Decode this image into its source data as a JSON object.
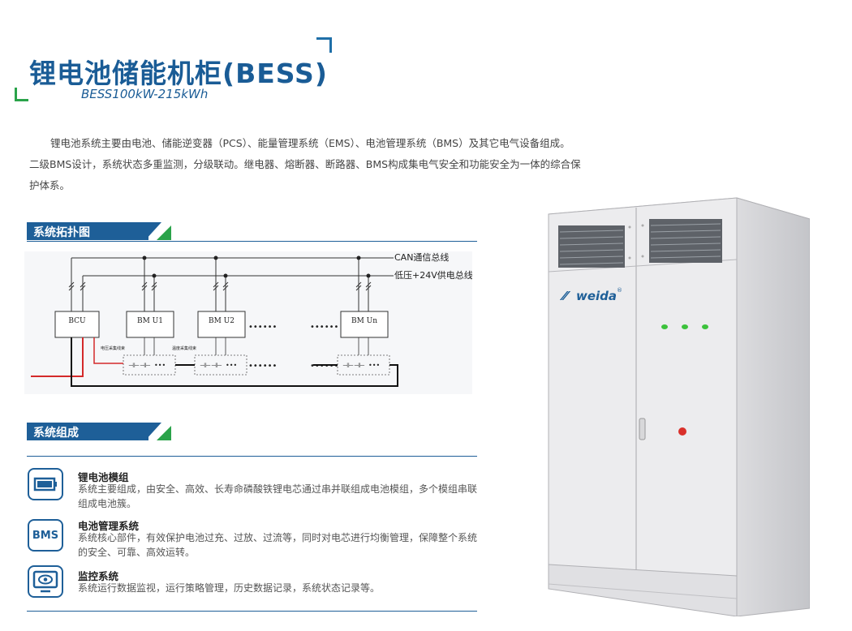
{
  "header": {
    "title": "锂电池储能机柜(BESS)",
    "subtitle": "BESS100kW-215kWh"
  },
  "intro": {
    "line1": "锂电池系统主要由电池、储能逆变器（PCS）、能量管理系统（EMS）、电池管理系统（BMS）及其它电气设备组成。",
    "line2": "二级BMS设计，系统状态多重监测，分级联动。继电器、熔断器、断路器、BMS构成集电气安全和功能安全为一体的综合保",
    "line3": "护体系。"
  },
  "topology": {
    "section_label": "系统拓扑图",
    "can_bus": "CAN通信总线",
    "power_bus": "低压+24V供电总线",
    "bcu": "BCU",
    "bmu1": "BM U1",
    "bmu2": "BM U2",
    "bmun": "BM Un",
    "dots": "••••••",
    "pack_dots": "•••",
    "voltage_label": "电压采集线束",
    "temp_label": "温度采集线束"
  },
  "composition": {
    "section_label": "系统组成",
    "items": [
      {
        "title": "锂电池模组",
        "desc": "系统主要组成，由安全、高效、长寿命磷酸铁锂电芯通过串并联组成电池模组，多个模组串联组成电池簇。",
        "icon": "battery-icon"
      },
      {
        "title": "电池管理系统",
        "desc": "系统核心部件，有效保护电池过充、过放、过流等，同时对电芯进行均衡管理，保障整个系统的安全、可靠、高效运转。",
        "icon_text": "BMS"
      },
      {
        "title": "监控系统",
        "desc": "系统运行数据监视，运行策略管理，历史数据记录，系统状态记录等。",
        "icon": "monitor-eye-icon"
      }
    ]
  },
  "cabinet": {
    "brand": "weida",
    "reg": "®"
  },
  "colors": {
    "primary": "#1e5f98",
    "accent": "#2aa34a",
    "led": "#3cc23c",
    "button": "#d9302a"
  }
}
